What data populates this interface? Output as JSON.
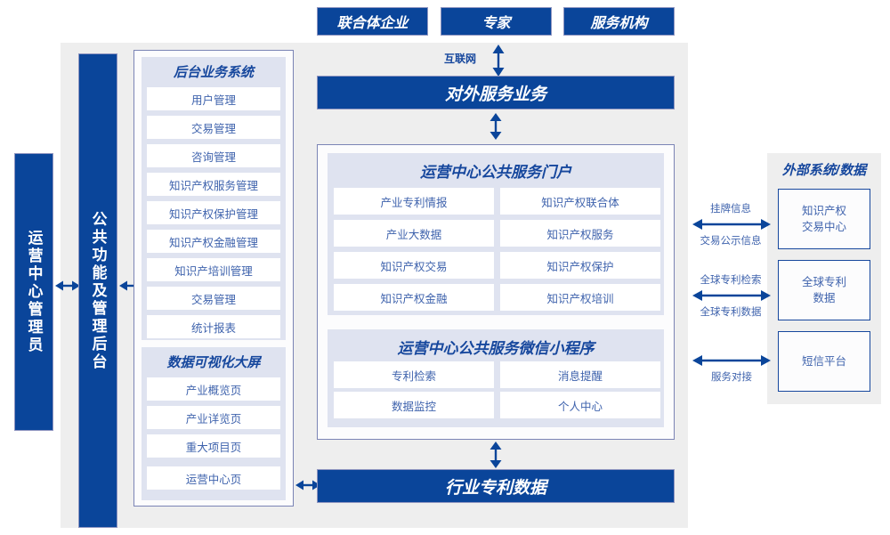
{
  "top_actors": [
    {
      "label": "联合体企业"
    },
    {
      "label": "专家"
    },
    {
      "label": "服务机构"
    }
  ],
  "internet_label": "互联网",
  "external_service_bar": "对外服务业务",
  "bottom_bar": "行业专利数据",
  "left_rails": [
    {
      "label": "运营中心管理员"
    },
    {
      "label": "公共功能及管理后台"
    }
  ],
  "backend_system": {
    "title": "后台业务系统",
    "items": [
      "用户管理",
      "交易管理",
      "咨询管理",
      "知识产权服务管理",
      "知识产权保护管理",
      "知识产权金融管理",
      "知识产培训管理",
      "交易管理",
      "统计报表"
    ]
  },
  "data_visualization": {
    "title": "数据可视化大屏",
    "items": [
      "产业概览页",
      "产业详览页",
      "重大项目页",
      "运营中心页"
    ]
  },
  "portal": {
    "title": "运营中心公共服务门户",
    "items": [
      "产业专利情报",
      "知识产权联合体",
      "产业大数据",
      "知识产权服务",
      "知识产权交易",
      "知识产权保护",
      "知识产权金融",
      "知识产权培训"
    ]
  },
  "miniprogram": {
    "title": "运营中心公共服务微信小程序",
    "items": [
      "专利检索",
      "消息提醒",
      "数据监控",
      "个人中心"
    ]
  },
  "external": {
    "title": "外部系统/数据",
    "items": [
      {
        "label": "知识产权\n交易中心",
        "line1": "知识产权",
        "line2": "交易中心"
      },
      {
        "label": "全球专利\n数据",
        "line1": "全球专利",
        "line2": "数据"
      },
      {
        "label": "短信平台",
        "line1": "短信平台",
        "line2": ""
      }
    ],
    "connector_labels": [
      {
        "above": "挂牌信息",
        "below": "交易公示信息"
      },
      {
        "above": "全球专利检索",
        "below": "全球专利数据"
      },
      {
        "above": "",
        "below": "服务对接"
      }
    ]
  },
  "colors": {
    "brand_blue": "#0a459a",
    "text_blue": "#16479d",
    "card_text": "#3f63ad",
    "panel_bg": "#dfe3f0",
    "container_gray": "#eeeeee",
    "panel_border": "#7b84b5"
  }
}
